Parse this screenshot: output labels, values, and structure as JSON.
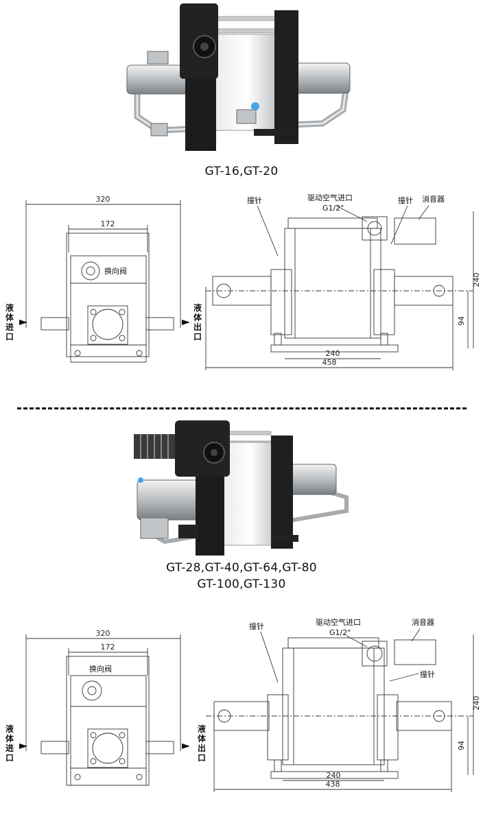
{
  "section1": {
    "caption": "GT-16,GT-20",
    "front_view": {
      "dim_width": "320",
      "dim_inner": "172",
      "valve_label": "换向阀",
      "inlet_label": [
        "液",
        "体",
        "进",
        "口"
      ],
      "outlet_label": [
        "液",
        "体",
        "出",
        "口"
      ]
    },
    "side_view": {
      "striker_label": "撞针",
      "air_inlet_label": "驱动空气进口",
      "air_inlet_size": "G1/2\"",
      "striker2_label": "撞针",
      "muffler_label": "消音器",
      "dim_height": "240",
      "dim_axis": "94",
      "dim_base": "240",
      "dim_length": "458"
    }
  },
  "section2": {
    "caption_line1": "GT-28,GT-40,GT-64,GT-80",
    "caption_line2": "GT-100,GT-130",
    "front_view": {
      "dim_width": "320",
      "dim_inner": "172",
      "valve_label": "换向阀",
      "inlet_label": [
        "液",
        "体",
        "进",
        "口"
      ],
      "outlet_label": [
        "液",
        "体",
        "出",
        "口"
      ]
    },
    "side_view": {
      "striker_label": "撞针",
      "air_inlet_label": "驱动空气进口",
      "air_inlet_size": "G1/2\"",
      "muffler_label": "消音器",
      "striker2_label": "撞针",
      "dim_height": "240",
      "dim_axis": "94",
      "dim_base": "240",
      "dim_length": "438"
    }
  }
}
